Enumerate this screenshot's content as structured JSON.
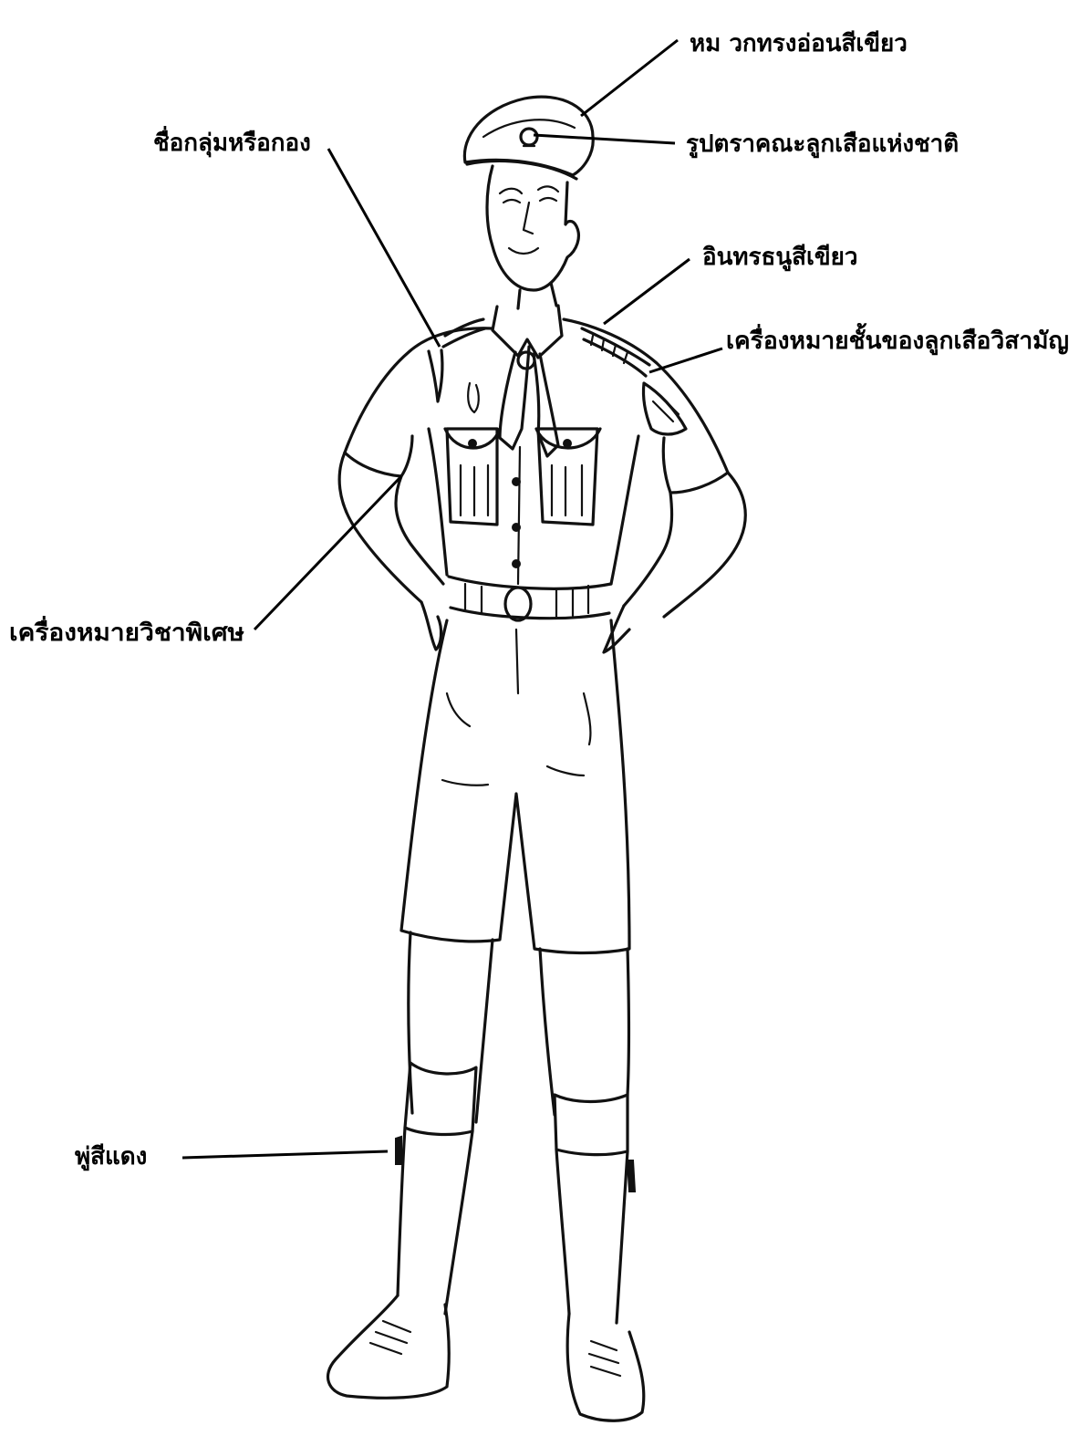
{
  "labels": {
    "hat": "หม วกทรงอ่อนสีเขียว",
    "hat_badge": "รูปตราคณะลูกเสือแห่งชาติ",
    "group_name": "ชื่อกลุ่มหรือกอง",
    "shoulder_strap": "อินทรธนูสีเขียว",
    "rank_badge": "เครื่องหมายชั้นของลูกเสือวิสามัญ",
    "proficiency_badge": "เครื่องหมายวิชาพิเศษ",
    "garter_tabs": "พู่สีแดง"
  }
}
